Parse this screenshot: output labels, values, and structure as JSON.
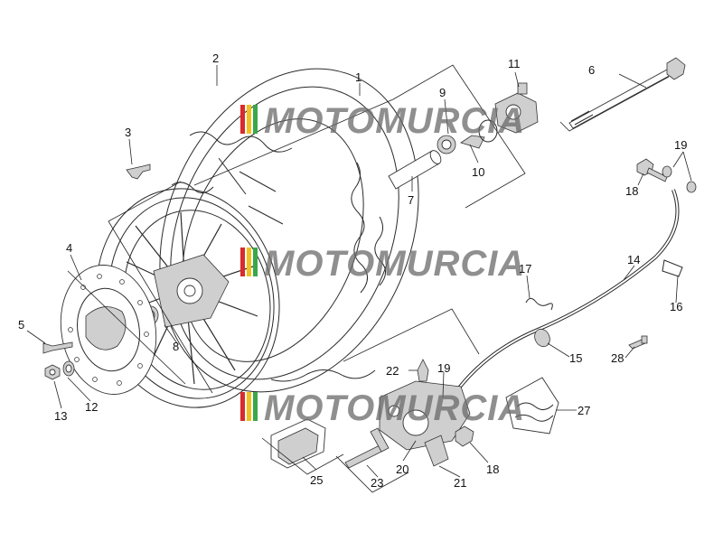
{
  "watermark": {
    "text": "MOTOMURCIA",
    "colors": [
      "#d92b2b",
      "#f0c020",
      "#3aa84a"
    ]
  },
  "callouts": {
    "c1": "1",
    "c2": "2",
    "c3": "3",
    "c4": "4",
    "c5": "5",
    "c6": "6",
    "c7": "7",
    "c8": "8",
    "c9": "9",
    "c10": "10",
    "c11": "11",
    "c12": "12",
    "c13": "13",
    "c14": "14",
    "c15": "15",
    "c16": "16",
    "c17": "17",
    "c18a": "18",
    "c18b": "18",
    "c19a": "19",
    "c19b": "19",
    "c20": "20",
    "c21": "21",
    "c22": "22",
    "c23": "23",
    "c25": "25",
    "c27": "27",
    "c28": "28"
  }
}
